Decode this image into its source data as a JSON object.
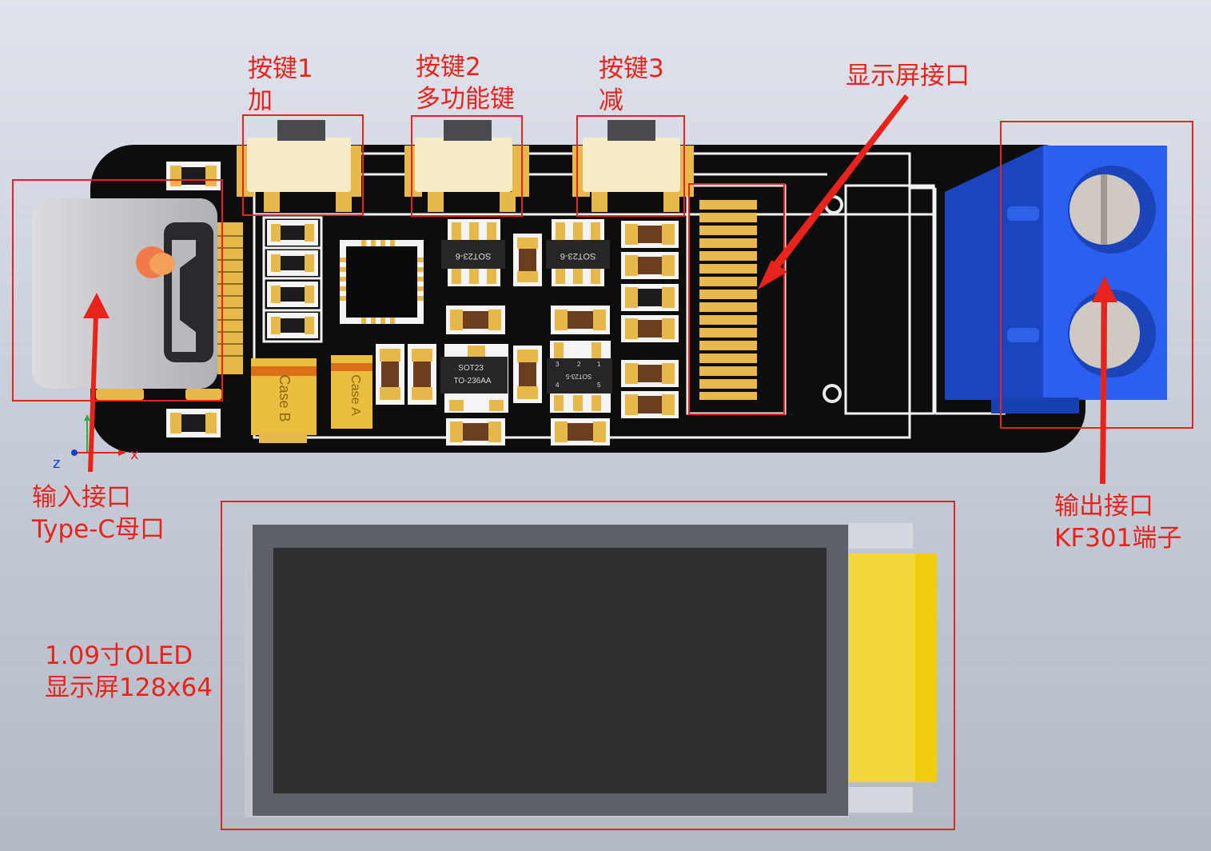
{
  "labels": {
    "button1": "按键1\n加",
    "button2": "按键2\n多功能键",
    "button3": "按键3\n减",
    "display_port": "显示屏接口",
    "input_port": "输入接口\nType-C母口",
    "output_port": "输出接口\nKF301端子",
    "oled": "1.09寸OLED\n显示屏128x64"
  },
  "board": {
    "silk_sot23_6_a": "SOT23-6",
    "silk_sot23_6_b": "SOT23-6",
    "silk_sot23": "SOT23",
    "silk_to236": "TO-236AA",
    "silk_sot23_5": "SOT23-5",
    "pin_1": "1",
    "pin_2": "2",
    "pin_3": "3",
    "pin_4": "4",
    "pin_5": "5",
    "case_b": "Case B",
    "case_a": "Case A"
  },
  "axes": {
    "z": "z",
    "x": "x"
  },
  "colors": {
    "annotation": "#e8231c",
    "pcb": "#0d0d0d",
    "pad_gold": "#e6b94a",
    "terminal_blue": "#1d4fd6",
    "oled_frame": "#5e6068",
    "oled_fpc": "#f2d233"
  }
}
